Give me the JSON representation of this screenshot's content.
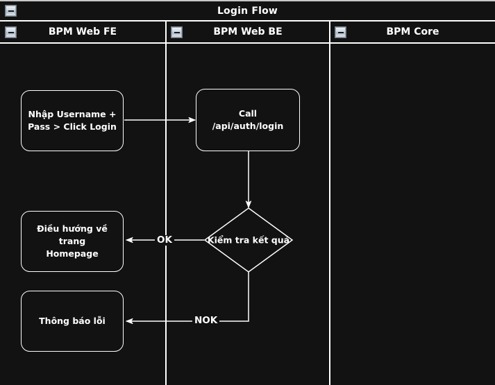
{
  "pool": {
    "title": "Login Flow",
    "collapse_icon": "minus-icon"
  },
  "lanes": [
    {
      "id": "fe",
      "label": "BPM Web FE",
      "collapse_icon": "minus-icon"
    },
    {
      "id": "be",
      "label": "BPM Web BE",
      "collapse_icon": "minus-icon"
    },
    {
      "id": "core",
      "label": "BPM Core",
      "collapse_icon": "minus-icon"
    }
  ],
  "nodes": [
    {
      "id": "input-credentials",
      "lane": "fe",
      "type": "process",
      "label": "Nhập Username +\nPass > Click Login"
    },
    {
      "id": "call-login-api",
      "lane": "be",
      "type": "process",
      "label": "Call /api/auth/login"
    },
    {
      "id": "check-result",
      "lane": "be",
      "type": "decision",
      "label": "Kiểm tra kết quả"
    },
    {
      "id": "go-homepage",
      "lane": "fe",
      "type": "process",
      "label": "Điều hướng về trang\nHomepage"
    },
    {
      "id": "show-error",
      "lane": "fe",
      "type": "process",
      "label": "Thông báo lỗi"
    }
  ],
  "edges": [
    {
      "from": "input-credentials",
      "to": "call-login-api",
      "label": ""
    },
    {
      "from": "call-login-api",
      "to": "check-result",
      "label": ""
    },
    {
      "from": "check-result",
      "to": "go-homepage",
      "label": "OK"
    },
    {
      "from": "check-result",
      "to": "show-error",
      "label": "NOK"
    }
  ],
  "colors": {
    "background": "#121212",
    "stroke": "#ffffff",
    "text": "#ffffff"
  }
}
